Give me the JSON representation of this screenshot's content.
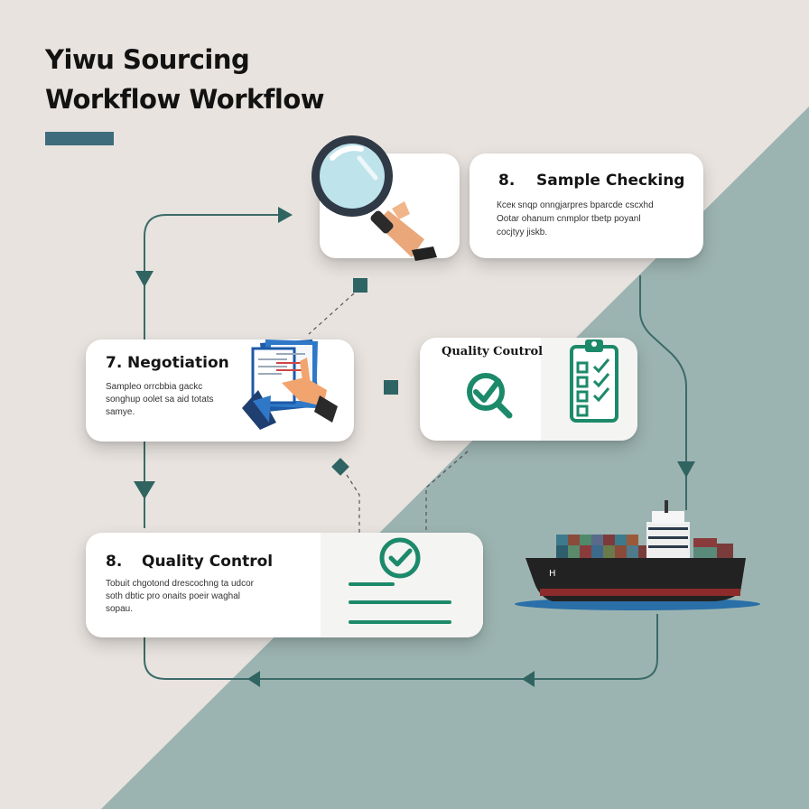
{
  "title": {
    "line1": "Yiwu Sourcing",
    "line2": "Workflow Workflow"
  },
  "colors": {
    "accent": "#3e6c7c",
    "teal": "#1c8a6a",
    "line": "#3b6b69",
    "bg_light": "#e8e3df",
    "bg_sage": "#9cb4b1"
  },
  "cards": {
    "sample_checking": {
      "number": "8.",
      "title": "Sample Checking",
      "body": "Ксек snqp onngjarpres bparcde cscxhd\nOotar ohanum cnmplor tbetp poyanl\ncocjtyy jiskb."
    },
    "negotiation": {
      "number": "7.",
      "title": "Negotiation",
      "body": "Sampleo orrcbbia gackc\nsonghup oolet sa aid totats\nsamye."
    },
    "quality_control_top": {
      "title": "Quality Coutrol"
    },
    "quality_control_bottom": {
      "number": "8.",
      "title": "Quality Control",
      "body": "Tobuit chgotond drescochng ta udcor\nsoth dbtic pro onaits poeir waghal\nsopau."
    }
  },
  "icons": {
    "magnifier": "magnifier-hand-icon",
    "documents": "documents-hand-icon",
    "check_magnifier": "check-magnifier-icon",
    "clipboard": "checklist-clipboard-icon",
    "check_circle": "check-circle-icon",
    "ship": "container-ship-icon"
  }
}
